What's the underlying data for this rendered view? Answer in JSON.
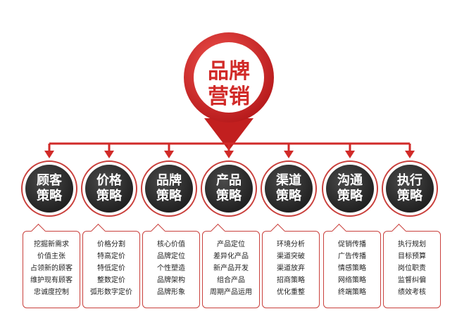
{
  "center": {
    "line1": "品牌",
    "line2": "营销"
  },
  "colors": {
    "accent": "#d12a28",
    "dark": "#2b2b2b",
    "border": "#c9403c"
  },
  "nodes": [
    {
      "line1": "顾客",
      "line2": "策略",
      "items": [
        "挖掘新需求",
        "价值主张",
        "占领新的顾客",
        "维护现有顾客",
        "忠诚度控制"
      ]
    },
    {
      "line1": "价格",
      "line2": "策略",
      "items": [
        "价格分割",
        "特高定价",
        "特低定价",
        "整数定价",
        "弧形数字定价"
      ]
    },
    {
      "line1": "品牌",
      "line2": "策略",
      "items": [
        "核心价值",
        "品牌定位",
        "个性塑造",
        "品牌架构",
        "品牌形象"
      ]
    },
    {
      "line1": "产品",
      "line2": "策略",
      "items": [
        "产品定位",
        "差异化产品",
        "新产品开发",
        "组合产品",
        "周期产品运用"
      ]
    },
    {
      "line1": "渠道",
      "line2": "策略",
      "items": [
        "环境分析",
        "渠道突破",
        "渠道放弃",
        "招商策略",
        "优化重整"
      ]
    },
    {
      "line1": "沟通",
      "line2": "策略",
      "items": [
        "促销传播",
        "广告传播",
        "情感策略",
        "网络策略",
        "终端策略"
      ]
    },
    {
      "line1": "执行",
      "line2": "策略",
      "items": [
        "执行规划",
        "目标预算",
        "岗位职责",
        "监督纠偏",
        "绩效考核"
      ]
    }
  ]
}
